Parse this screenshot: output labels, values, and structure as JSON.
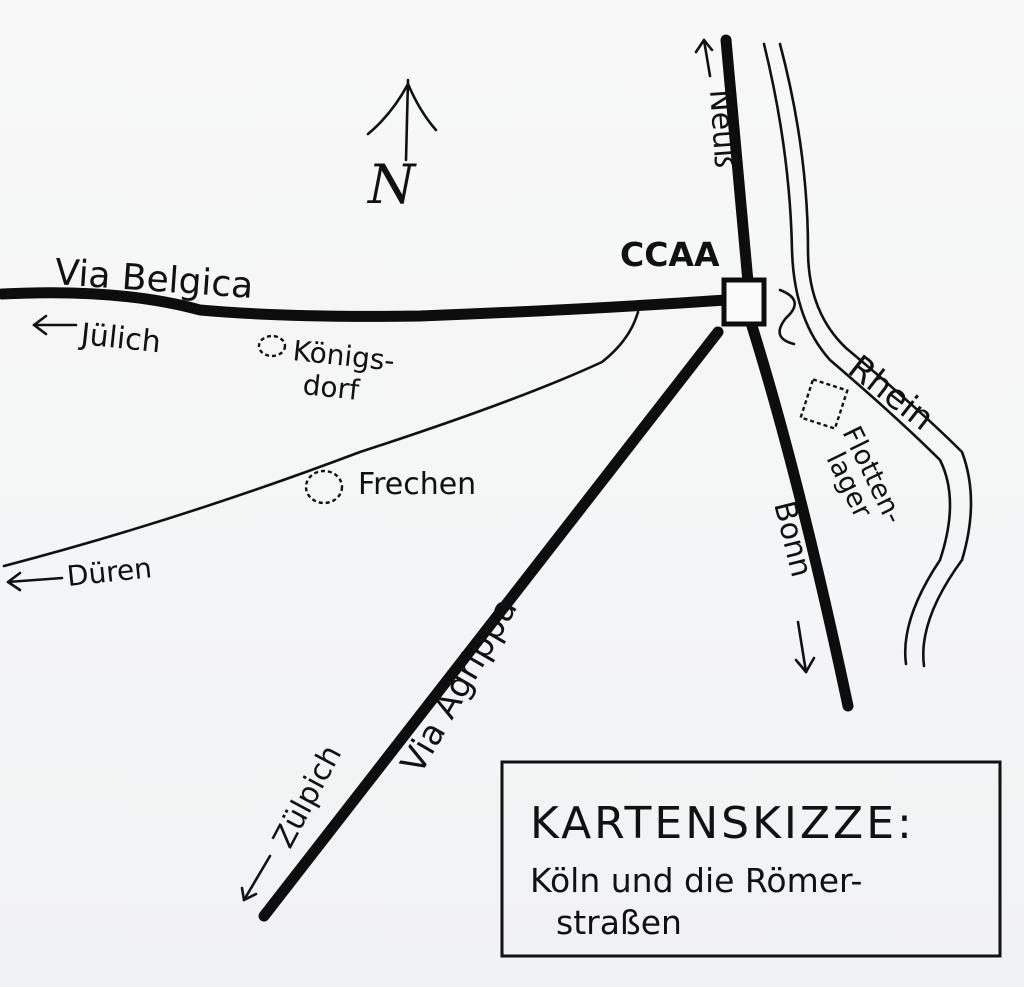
{
  "map": {
    "north_label": "N",
    "capital_label": "CCAA",
    "roads": {
      "via_belgica": "Via Belgica",
      "via_agrippa": "Via Agrippa"
    },
    "directions": {
      "juelich": "Jülich",
      "dueren": "Düren",
      "zuelpich": "Zülpich",
      "neuss": "Neuß",
      "bonn": "Bonn"
    },
    "places": {
      "koenigsdorf_line1": "Königs-",
      "koenigsdorf_line2": "dorf",
      "frechen": "Frechen",
      "flottenlager_line1": "Flotten-",
      "flottenlager_line2": "lager"
    },
    "river": "Rhein",
    "legend": {
      "title": "KARTENSKIZZE:",
      "subtitle_line1": "Köln und die Römer-",
      "subtitle_line2": "straßen"
    }
  }
}
